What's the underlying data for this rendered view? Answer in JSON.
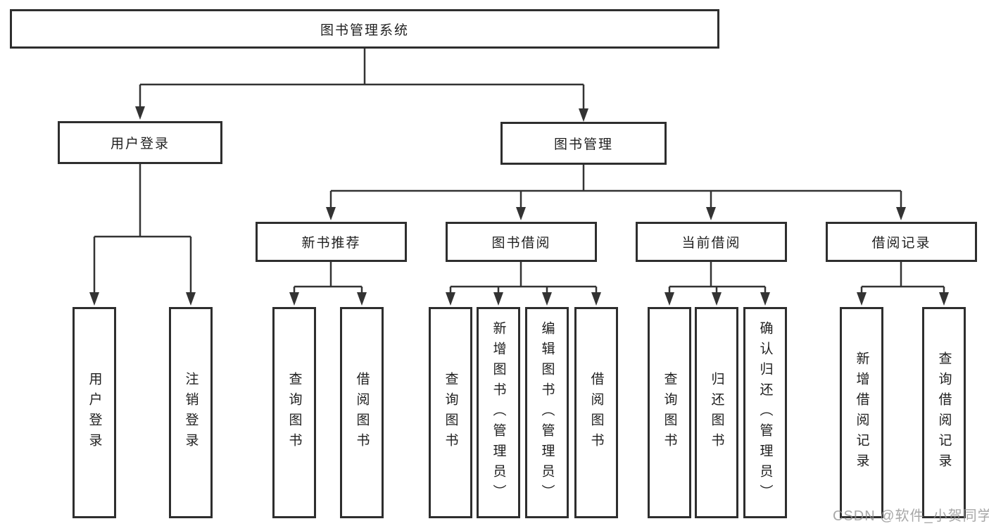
{
  "diagram": {
    "root": {
      "label": "图书管理系统"
    },
    "branches": [
      {
        "label": "用户登录",
        "children": [
          "用户登录",
          "注销登录"
        ]
      },
      {
        "label": "图书管理",
        "children": [
          {
            "label": "新书推荐",
            "children": [
              "查询图书",
              "借阅图书"
            ]
          },
          {
            "label": "图书借阅",
            "children": [
              "查询图书",
              "新增图书（管理员）",
              "编辑图书（管理员）",
              "借阅图书"
            ]
          },
          {
            "label": "当前借阅",
            "children": [
              "查询图书",
              "归还图书",
              "确认归还（管理员）"
            ]
          },
          {
            "label": "借阅记录",
            "children": [
              "新增借阅记录",
              "查询借阅记录"
            ]
          }
        ]
      }
    ]
  },
  "watermark": {
    "text": "CSDN @软件_小贺同学"
  },
  "colors": {
    "line": "#333333",
    "box_border": "#2e2e2e",
    "text": "#1f1f1f",
    "background": "#ffffff",
    "watermark": "#919191"
  }
}
